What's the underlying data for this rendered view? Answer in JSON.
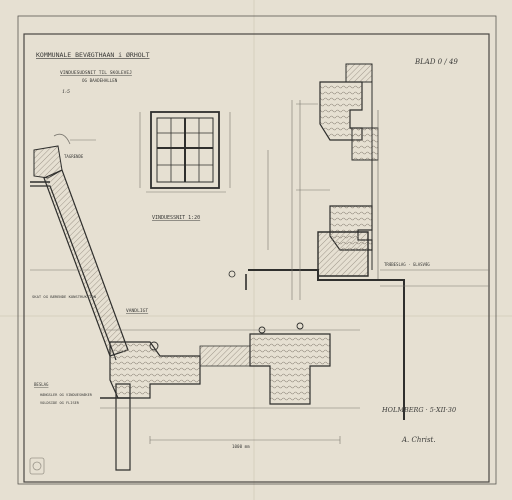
{
  "sheet": {
    "title": "KOMMUNALE BEVÆGTHAAN i ØRHOLT",
    "subtitle_line1": "VINDUESUDSNIT TIL SKOLEVEJ",
    "subtitle_line2": "OG BAADEHALLEN",
    "scale_note": "1:5",
    "sheet_number": "BLAD 0 / 49",
    "date_stamp": "HOLMBERG · 5·XII·30",
    "signature": "A. Christ."
  },
  "annotations": {
    "window_caption": "VINDUESSNIT 1:20",
    "gutter_label": "TAGRENDE",
    "detail_caption": "VANDLIGT",
    "side_note": "SKAT OG BÆRENDE KONSTRUKTION",
    "footnote_line1": "BESLAG",
    "footnote_line2": "HÆNGSLER OG VINDUESHÆKER",
    "footnote_line3": "VOLDSIDE OG FLISER",
    "right_label": "TRÆBESLAG · GLASVÆG",
    "bottom_dim": "1000 mm"
  },
  "colors": {
    "paper": "#e6e0d2",
    "ink": "#2f2f2d",
    "pencil": "#7a776f",
    "hatch": "#8c8478"
  }
}
